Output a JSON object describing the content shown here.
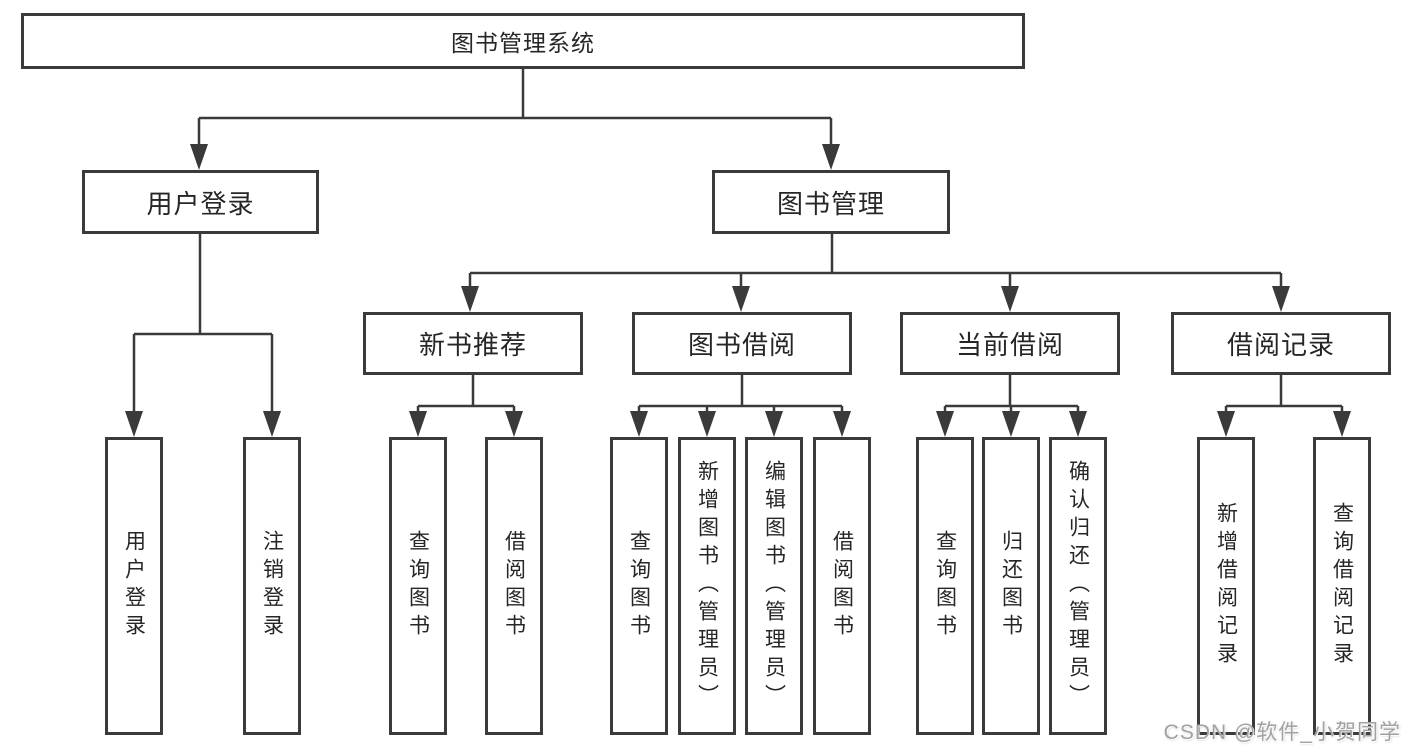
{
  "nodes": {
    "root": {
      "label": "图书管理系统"
    },
    "level2": [
      {
        "label": "用户登录"
      },
      {
        "label": "图书管理"
      }
    ],
    "level3": [
      {
        "label": "新书推荐"
      },
      {
        "label": "图书借阅"
      },
      {
        "label": "当前借阅"
      },
      {
        "label": "借阅记录"
      }
    ],
    "leaves": [
      {
        "label": "用户登录"
      },
      {
        "label": "注销登录"
      },
      {
        "label": "查询图书"
      },
      {
        "label": "借阅图书"
      },
      {
        "label": "查询图书"
      },
      {
        "label": "新增图书（管理员）"
      },
      {
        "label": "编辑图书（管理员）"
      },
      {
        "label": "借阅图书"
      },
      {
        "label": "查询图书"
      },
      {
        "label": "归还图书"
      },
      {
        "label": "确认归还（管理员）"
      },
      {
        "label": "新增借阅记录"
      },
      {
        "label": "查询借阅记录"
      }
    ]
  },
  "watermark": "CSDN @软件_小贺同学",
  "colors": {
    "line": "#3a3a3a",
    "box_border": "#3a3a3a",
    "text": "#262626",
    "background": "#ffffff",
    "watermark_text": "#a2a2a2"
  }
}
